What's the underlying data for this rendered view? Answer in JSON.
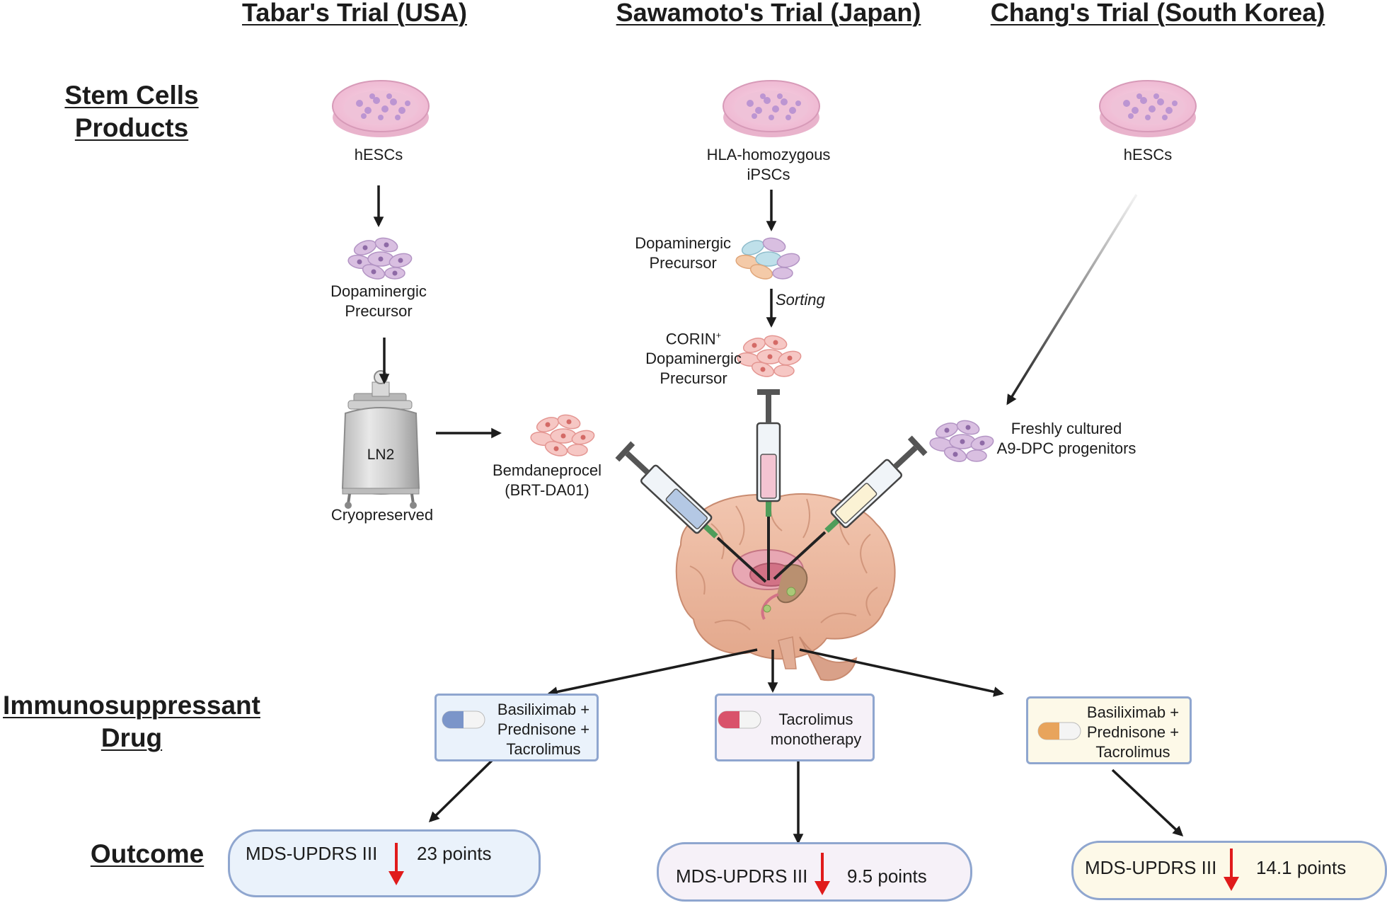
{
  "headers": {
    "tabar": "Tabar's Trial (USA)",
    "sawamoto": "Sawamoto's Trial (Japan)",
    "chang": "Chang's Trial (South Korea)"
  },
  "row_labels": {
    "stem_cells_line1": "Stem Cells",
    "stem_cells_line2": "Products",
    "immuno_line1": "Immunosuppressant",
    "immuno_line2": "Drug",
    "outcome": "Outcome"
  },
  "tabar": {
    "source": "hESCs",
    "precursor_line1": "Dopaminergic",
    "precursor_line2": "Precursor",
    "tank_label": "LN2",
    "tank_caption": "Cryopreserved",
    "product_line1": "Bemdaneprocel",
    "product_line2": "(BRT-DA01)",
    "drug_line1": "Basiliximab +",
    "drug_line2": "Prednisone +",
    "drug_line3": "Tacrolimus",
    "outcome_metric": "MDS-UPDRS III",
    "outcome_value": "23 points"
  },
  "sawamoto": {
    "source_line1": "HLA-homozygous",
    "source_line2": "iPSCs",
    "precursor_line1": "Dopaminergic",
    "precursor_line2": "Precursor",
    "sorting": "Sorting",
    "corin_line1": "CORIN",
    "corin_sup": "+",
    "corin_line2": "Dopaminergic",
    "corin_line3": "Precursor",
    "drug_line1": "Tacrolimus",
    "drug_line2": "monotherapy",
    "outcome_metric": "MDS-UPDRS III",
    "outcome_value": "9.5 points"
  },
  "chang": {
    "source": "hESCs",
    "product_line1": "Freshly cultured",
    "product_line2": "A9-DPC progenitors",
    "drug_line1": "Basiliximab +",
    "drug_line2": "Prednisone +",
    "drug_line3": "Tacrolimus",
    "outcome_metric": "MDS-UPDRS III",
    "outcome_value": "14.1 points"
  },
  "colors": {
    "tabar_panel": "#eaf2fb",
    "sawamoto_panel": "#f6f1f8",
    "chang_panel": "#fdf9e8",
    "box_border": "#8fa6cf",
    "decrease_arrow": "#e01b1b",
    "flow_arrow": "#1c1c1c",
    "pill_blue": "#7b95c9",
    "pill_red": "#d9536b",
    "pill_orange": "#e8a45c"
  },
  "icons": {
    "culture_dish": "petri-dish-icon",
    "cells": "cell-cluster-icon",
    "tank": "liquid-nitrogen-tank-icon",
    "syringe": "syringe-icon",
    "brain": "brain-icon",
    "pill": "capsule-icon",
    "decrease": "down-arrow-icon"
  }
}
